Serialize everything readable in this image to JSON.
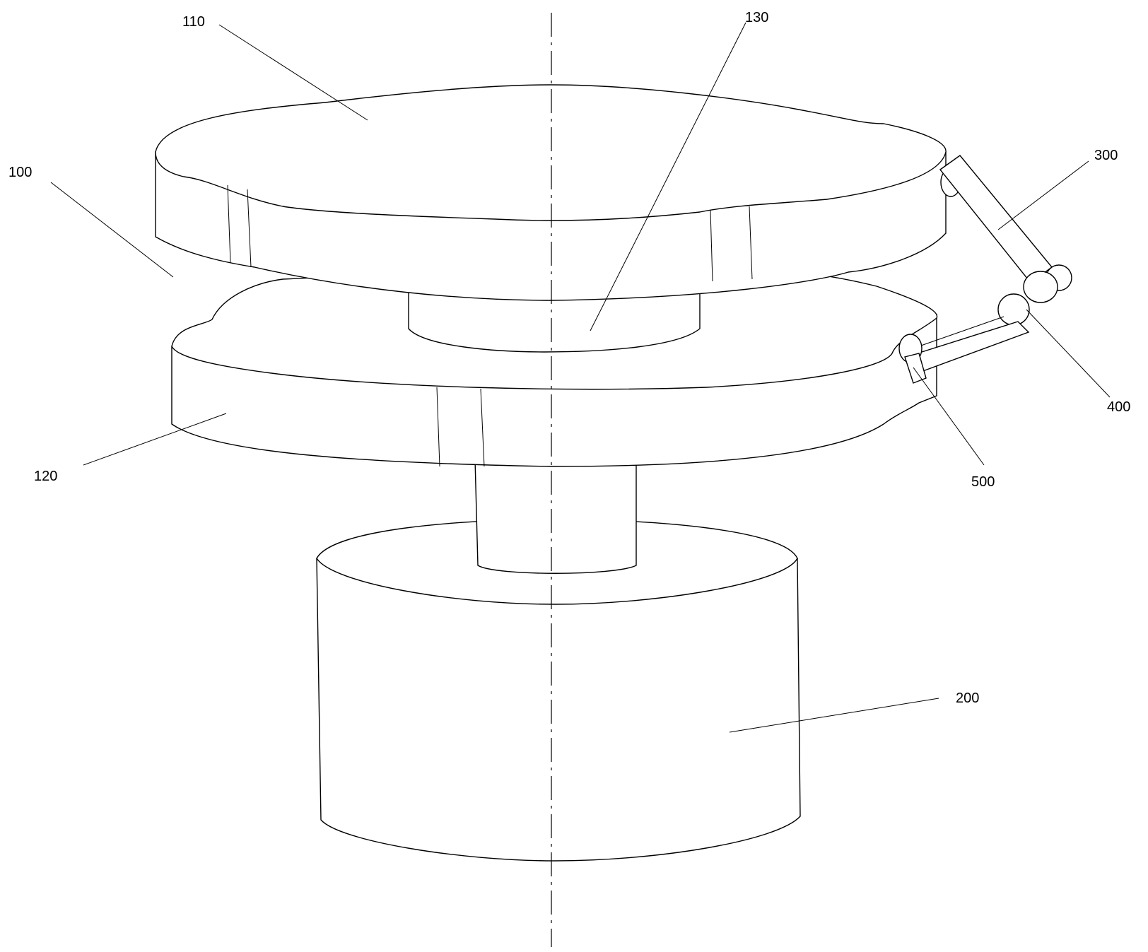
{
  "labels": {
    "l110": "110",
    "l130": "130",
    "l100": "100",
    "l300": "300",
    "l400": "400",
    "l120": "120",
    "l500": "500",
    "l200": "200"
  },
  "colors": {
    "stroke": "#000000",
    "background": "#ffffff"
  }
}
